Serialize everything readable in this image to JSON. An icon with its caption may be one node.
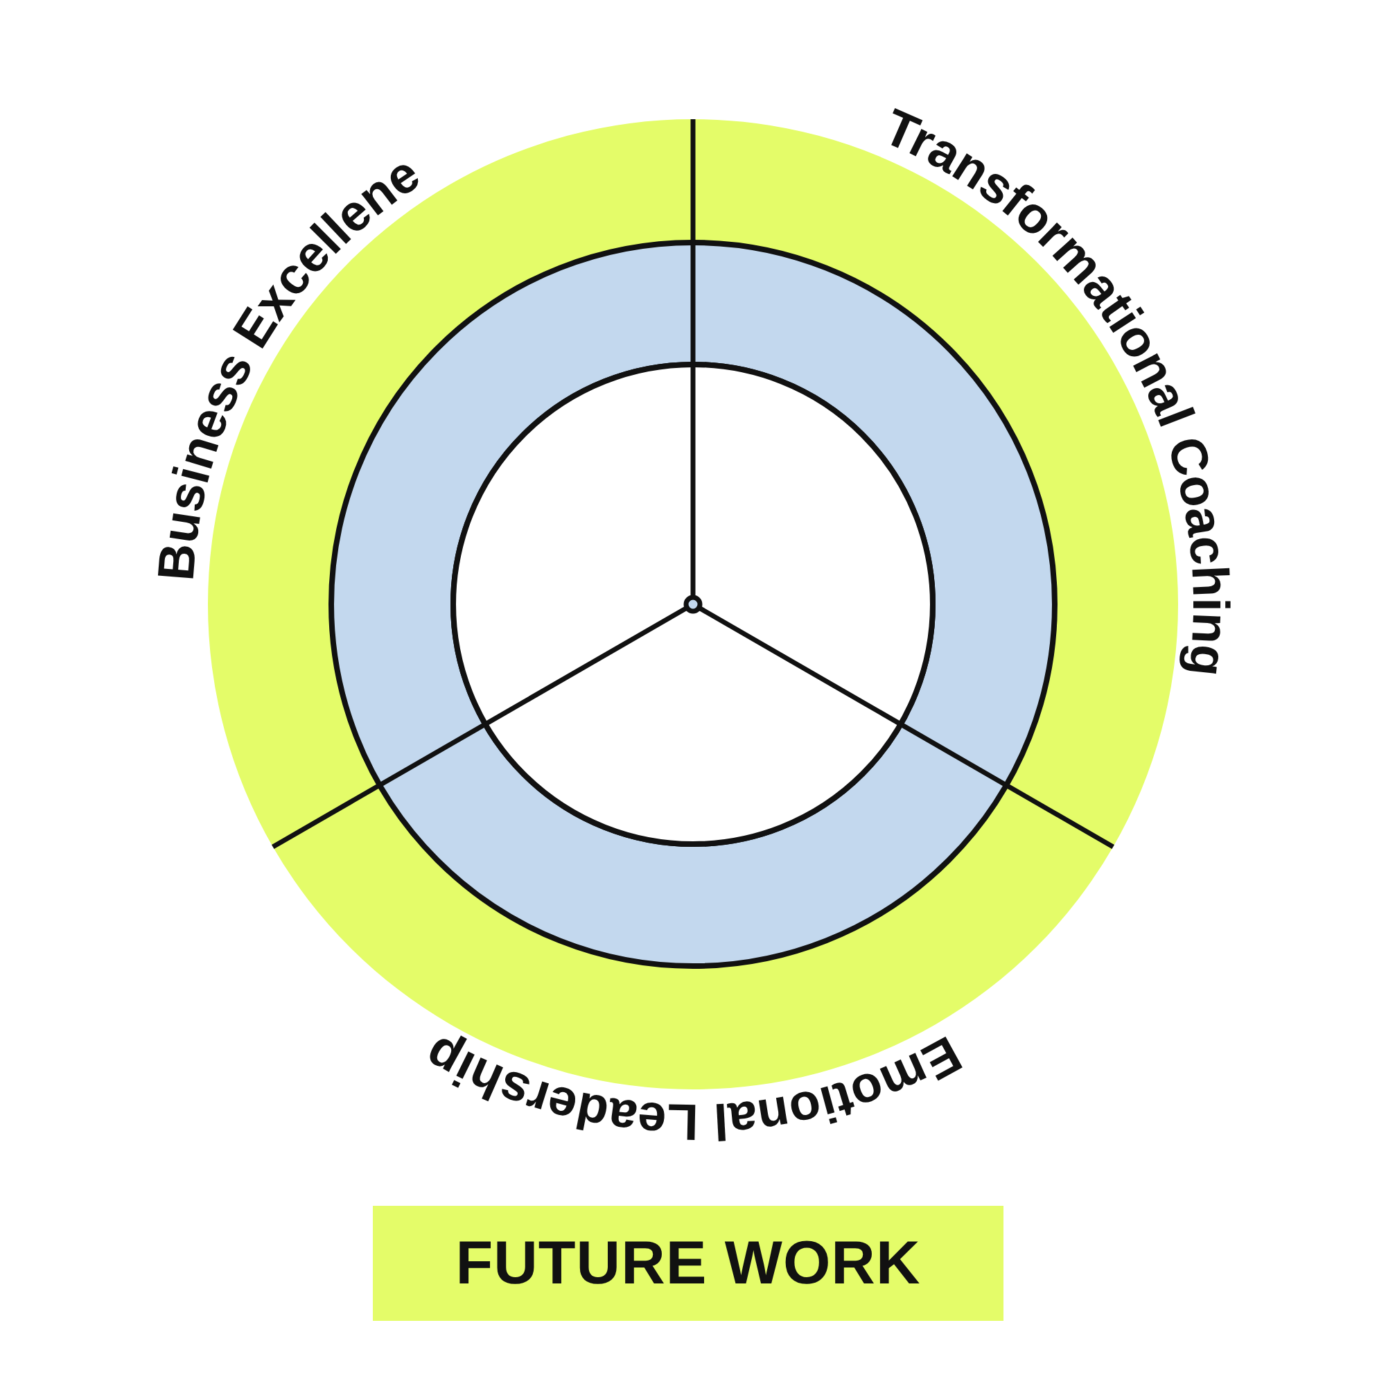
{
  "diagram": {
    "nodes": [
      {
        "text": [
          "Business Excellene"
        ]
      },
      {
        "text": [
          "Transformational Coaching"
        ]
      },
      {
        "text": [
          "Emotional Leadership"
        ]
      },
      {
        "text": [],
        "shape": "ring"
      },
      {
        "text": [],
        "shape": "circle",
        "in": 3
      },
      {
        "text": [
          "FUTURE WORK"
        ]
      }
    ]
  }
}
